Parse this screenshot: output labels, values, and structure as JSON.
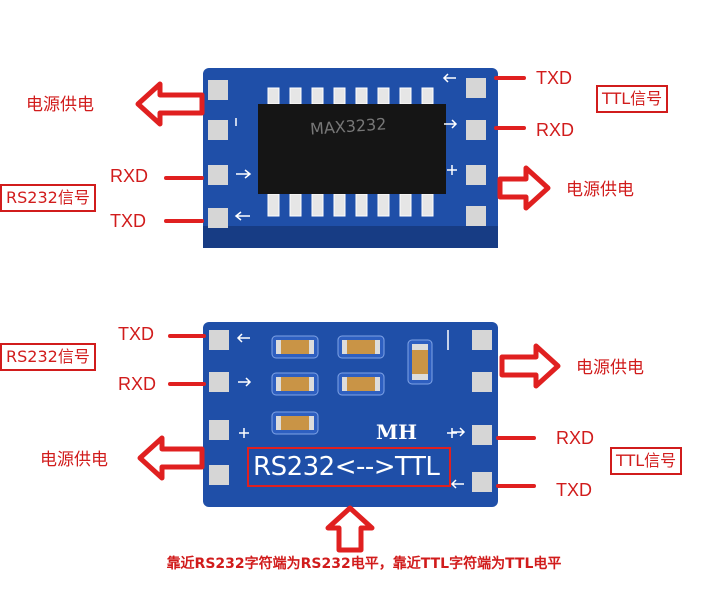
{
  "top_board": {
    "chip_marking": "MAX3232",
    "labels": {
      "power_left": "电源供电",
      "power_right": "电源供电",
      "ttl_txd": "TXD",
      "ttl_rxd": "RXD",
      "rs232_rxd": "RXD",
      "rs232_txd": "TXD",
      "ttl_signal": "TTL信号",
      "rs232_signal": "RS232信号"
    }
  },
  "bottom_board": {
    "silkscreen": "RS232<-->TTL",
    "logo": "MH",
    "labels": {
      "rs232_txd": "TXD",
      "rs232_rxd": "RXD",
      "rs232_signal": "RS232信号",
      "power_left": "电源供电",
      "power_right": "电源供电",
      "ttl_rxd": "RXD",
      "ttl_txd": "TXD",
      "ttl_signal": "TTL信号"
    }
  },
  "caption": "靠近RS232字符端为RS232电平，靠近TTL字符端为TTL电平",
  "colors": {
    "annotation": "#d11c1c",
    "pcb": "#1f4fa8",
    "pad": "#d6d6d6"
  }
}
